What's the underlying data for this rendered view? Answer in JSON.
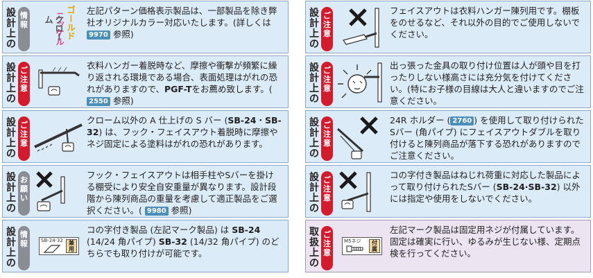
{
  "labels": {
    "sekkei": [
      "設",
      "計",
      "上",
      "の"
    ],
    "toriatsukai": [
      "取",
      "扱",
      "上",
      "の"
    ]
  },
  "badges": {
    "info": [
      "情",
      "報"
    ],
    "caution": [
      "ご",
      "注",
      "意"
    ],
    "request": [
      "お",
      "願",
      "い"
    ]
  },
  "colors": {
    "gold": {
      "text": "ゴールド",
      "color": "#e0a800"
    },
    "nickel": {
      "text": "ニッケル",
      "color": "#e04a90"
    },
    "chrome": {
      "text": "クローム",
      "color": "#555555"
    },
    "caution_red": "#d51b2b",
    "info_gray": "#8a8d93",
    "card_blue": "#dcebf8",
    "card_purple": "#ece4f1",
    "ref_blue": "#4a8fb8"
  },
  "marks": {
    "tube": {
      "label": "SB-24·32",
      "badge": [
        "兼",
        "用"
      ]
    },
    "screw": {
      "label": "M5ネジ",
      "badge": [
        "付",
        "属"
      ]
    }
  },
  "icons": {
    "x_mark": "prohibited-x-icon"
  },
  "left": {
    "c1": {
      "t1": "左記パターン価格表示製品は、一部製品を除き弊社オリジナルカラー対応いたします。(詳しくは ",
      "ref": "9970",
      "t2": " 参照)"
    },
    "c2": {
      "t1": "衣料ハンガー着脱時など、摩擦や衝撃が頻繁に繰り返される環境である場合、表面処理はがれの恐れがありますので、",
      "bold": "PGF-T",
      "t2": "をお薦め致します。( ",
      "ref": "2550",
      "t3": " 参照)"
    },
    "c3": {
      "t1": "クローム以外の A 仕上げの S バー (",
      "b1": "SB-24",
      "t2": "・",
      "b2": "SB-32",
      "t3": ") は、フック・フェイスアウト着脱時に摩擦やネジ固定による塗料はがれの恐れがあります。"
    },
    "c4": {
      "t1": "フック・フェイスアウトは相手柱やSバーを掛ける棚受により安全自安重量が異なります。設計段階から陳列商品の重量を考慮して適正製品をご選択ください。( ",
      "ref": "9980",
      "t2": " 参照)"
    },
    "c5": {
      "t1": "コの字付き製品 (左記マーク製品) は ",
      "b1": "SB-24",
      "t2": " (14/24 角パイプ) ",
      "b2": "SB-32",
      "t3": " (14/32 角パイプ) のどちらでも取り付けが可能です。"
    }
  },
  "right": {
    "c1": {
      "t1": "フェイスアウトは衣料ハンガー陳列用です。棚板をのせるなど、それ以外の目的でご使用しないでください。"
    },
    "c2": {
      "t1": "出っ張った金具の取り付け位置は人が頭や目を打ったりしない様高さには充分気を付けてください。(特にお子様の目線は大人と違いますのでご注意ください。"
    },
    "c3": {
      "t1": "24R ホルダー (",
      "ref": "2760",
      "t2": ") を使用して取り付けられたSバー (角パイプ) にフェイスアウトダブルを取り付けると陳列商品が落下する恐れがありますのでご注意ください。"
    },
    "c4": {
      "t1": "コの字付き製品はねじれ荷重に対応した製品によって取り付けられたSバー (",
      "b1": "SB-24·SB-32",
      "t2": ") 以外には指定や使用をしないでください。"
    },
    "c5": {
      "t1": "左記マーク製品は固定用ネジが付属しています。固定は確実に行い、ゆるみが生じない様、定期点検を行ってください。"
    }
  }
}
